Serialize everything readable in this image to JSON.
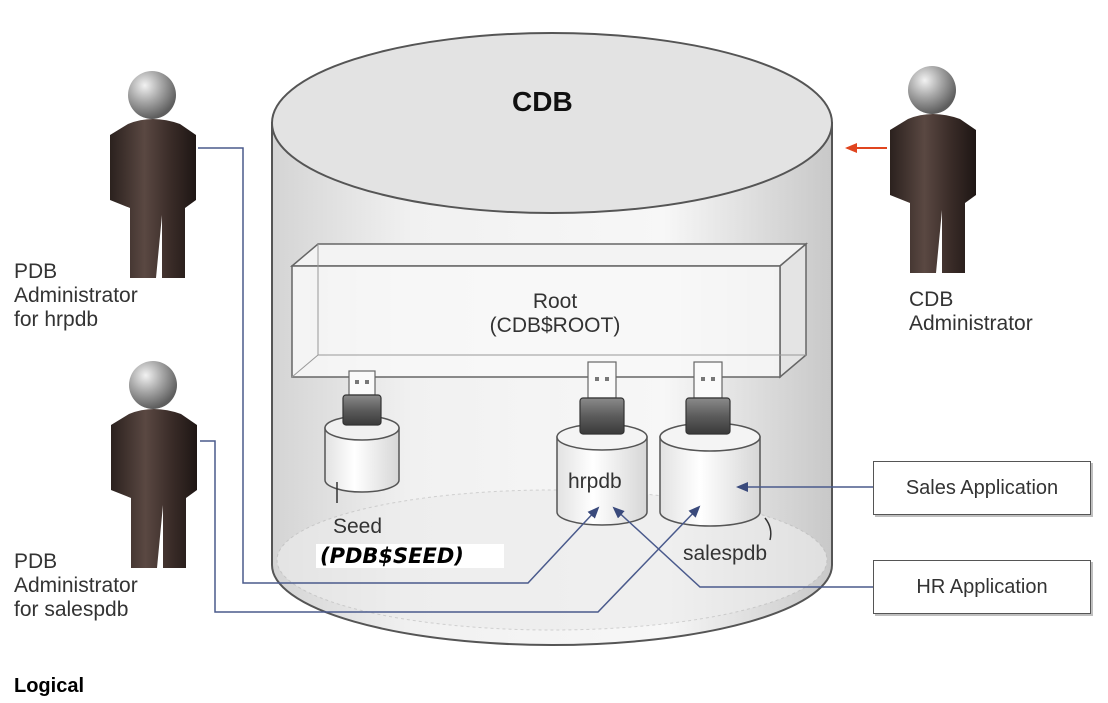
{
  "cdb": {
    "title": "CDB"
  },
  "root": {
    "line1": "Root",
    "line2": "(CDB$ROOT)"
  },
  "seed": {
    "line1": "Seed",
    "line2": "(PDB$SEED)"
  },
  "pdbs": {
    "hrpdb": "hrpdb",
    "salespdb": "salespdb"
  },
  "admins": {
    "hr": [
      "PDB",
      "Administrator",
      "for hrpdb"
    ],
    "sales": [
      "PDB",
      "Administrator",
      "for salespdb"
    ],
    "cdb": [
      "CDB",
      "Administrator"
    ]
  },
  "apps": {
    "sales": "Sales Application",
    "hr": "HR Application"
  },
  "footer": {
    "view": "Logical"
  },
  "colors": {
    "connector": "#4a5a8c",
    "arrow_red": "#e0451f",
    "person_body": "#3e302c",
    "person_head": "#9d9d9d"
  }
}
